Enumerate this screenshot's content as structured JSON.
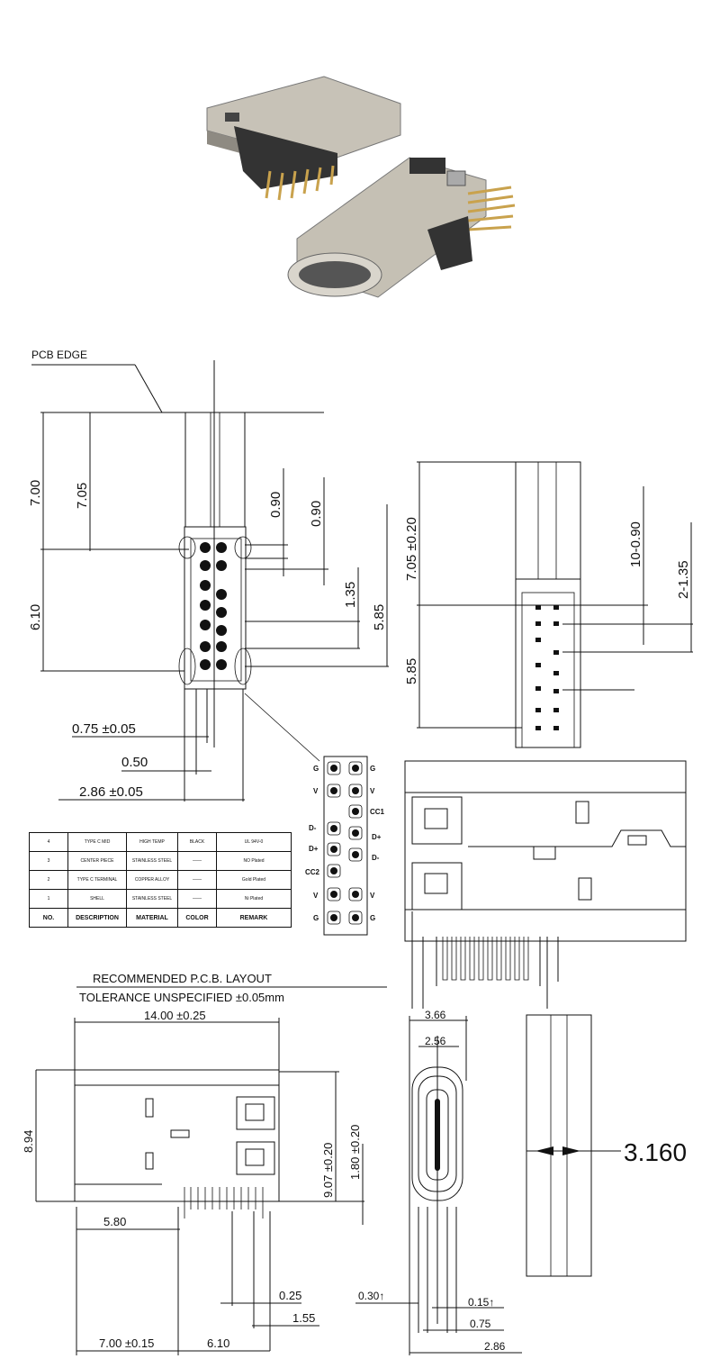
{
  "drawing": {
    "pcb_edge_label": "PCB EDGE",
    "top_left": {
      "dims": [
        "7.00",
        "7.05",
        "6.10",
        "0.90",
        "0.90",
        "1.35",
        "5.85",
        "0.75 ±0.05",
        "0.50",
        "2.86 ±0.05"
      ]
    },
    "top_right": {
      "dims": [
        "7.05 ±0.20",
        "10-0.90",
        "2-1.35",
        "5.85"
      ]
    },
    "pinout": {
      "left": [
        "G",
        "V",
        "D-",
        "D+",
        "CC2",
        "V",
        "G"
      ],
      "right": [
        "G",
        "V",
        "CC1",
        "D+",
        "D-",
        "V",
        "G"
      ]
    },
    "bom": {
      "headers": [
        "NO.",
        "DESCRIPTION",
        "MATERIAL",
        "COLOR",
        "REMARK"
      ],
      "rows": [
        [
          "4",
          "TYPE C MID",
          "HIGH TEMP",
          "BLACK",
          "UL 94V-0"
        ],
        [
          "3",
          "CENTER PIECE",
          "STAINLESS STEEL",
          "——",
          "NO Plated"
        ],
        [
          "2",
          "TYPE C TERMINAL",
          "COPPER ALLOY",
          "——",
          "Gold Plated"
        ],
        [
          "1",
          "SHELL",
          "STAINLESS STEEL",
          "——",
          "Ni Plated"
        ]
      ]
    },
    "pcb_layout": {
      "title": "RECOMMENDED  P.C.B. LAYOUT",
      "tolerance": "TOLERANCE UNSPECIFIED ±0.05mm",
      "dims": [
        "14.00 ±0.25",
        "8.94",
        "5.80",
        "9.07 ±0.20",
        "1.80 ±0.20",
        "0.25",
        "1.55",
        "7.00 ±0.15",
        "6.10"
      ]
    },
    "front_view": {
      "dims": [
        "3.66",
        "2.56",
        "0.30↑",
        "0.15↑",
        "0.75",
        "2.86"
      ]
    },
    "side_view": {
      "dims": [
        "3.160"
      ]
    }
  },
  "colors": {
    "line": "#111111",
    "metal": "#b9b4aa",
    "pin": "#111111"
  }
}
